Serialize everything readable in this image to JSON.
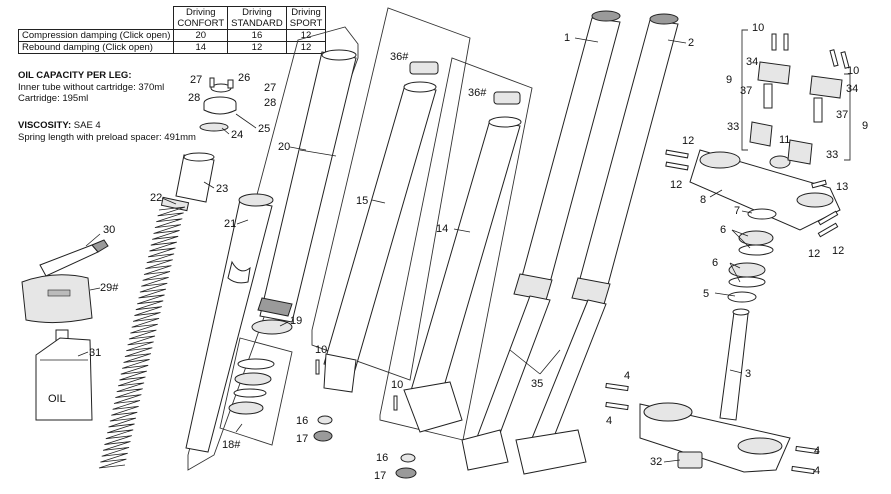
{
  "settings_table": {
    "col_headers": [
      {
        "line1": "Driving",
        "line2": "CONFORT"
      },
      {
        "line1": "Driving",
        "line2": "STANDARD"
      },
      {
        "line1": "Driving",
        "line2": "SPORT"
      }
    ],
    "rows": [
      {
        "label": "Compression damping (Click open)",
        "values": [
          "20",
          "16",
          "12"
        ]
      },
      {
        "label": "Rebound damping (Click open)",
        "values": [
          "14",
          "12",
          "12"
        ]
      }
    ]
  },
  "oil_info": {
    "heading": "OIL CAPACITY PER LEG:",
    "inner_tube": "Inner tube without cartridge: 370ml",
    "cartridge": "Cartridge: 195ml"
  },
  "viscosity": {
    "label": "VISCOSITY:",
    "value": "SAE 4",
    "spring": "Spring length with preload spacer: 491mm"
  },
  "oil_can_text": "OIL",
  "part_labels": {
    "p1": "1",
    "p2": "2",
    "p3": "3",
    "p4a": "4",
    "p4b": "4",
    "p4c": "4",
    "p4d": "4",
    "p5": "5",
    "p6a": "6",
    "p6b": "6",
    "p7": "7",
    "p8": "8",
    "p9a": "9",
    "p9b": "9",
    "p10a": "10",
    "p10b": "10",
    "p10c": "10",
    "p10d": "10",
    "p11": "11",
    "p12a": "12",
    "p12b": "12",
    "p12c": "12",
    "p12d": "12",
    "p13": "13",
    "p14": "14",
    "p15": "15",
    "p16a": "16",
    "p16b": "16",
    "p17a": "17",
    "p17b": "17",
    "p18": "18#",
    "p19": "19",
    "p20": "20",
    "p21": "21",
    "p22": "22",
    "p23": "23",
    "p24": "24",
    "p25": "25",
    "p26": "26",
    "p27a": "27",
    "p27b": "27",
    "p28a": "28",
    "p28b": "28",
    "p29": "29#",
    "p30": "30",
    "p31": "31",
    "p32": "32",
    "p33a": "33",
    "p33b": "33",
    "p34a": "34",
    "p34b": "34",
    "p35": "35",
    "p36a": "36#",
    "p36b": "36#",
    "p37a": "37",
    "p37b": "37"
  }
}
